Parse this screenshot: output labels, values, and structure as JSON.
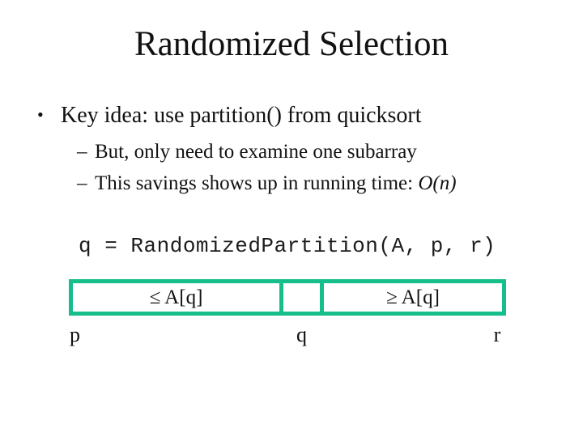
{
  "slide": {
    "title": "Randomized Selection",
    "bullet": {
      "marker": "•",
      "text": "Key idea: use partition() from quicksort"
    },
    "sub_bullets": [
      {
        "marker": "–",
        "text": "But, only need to examine one subarray",
        "math": ""
      },
      {
        "marker": "–",
        "text": "This savings shows up in running time: ",
        "math": "O(n)"
      }
    ],
    "code_line": "q = RandomizedPartition(A, p, r)",
    "diagram": {
      "left_box_label": "≤ A[q]",
      "mid_box_label": "",
      "right_box_label": "≥ A[q]",
      "index_labels": {
        "p": "p",
        "q": "q",
        "r": "r"
      }
    }
  },
  "colors": {
    "accent_teal": "#16BE8C",
    "text": "#111111",
    "background": "#FFFFFF"
  }
}
